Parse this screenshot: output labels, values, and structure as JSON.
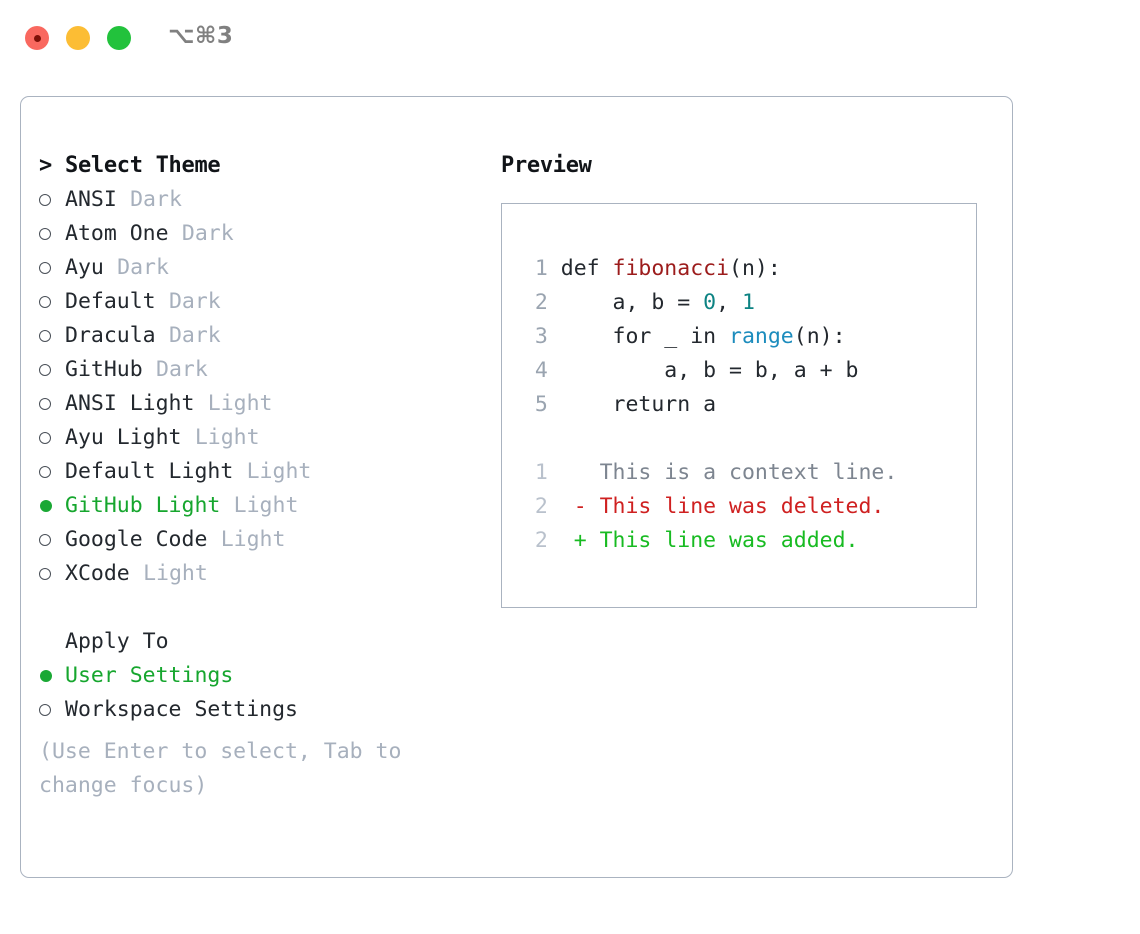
{
  "window": {
    "shortcut_title": "⌥⌘3",
    "traffic_lights": [
      "close-red",
      "minimize-yellow",
      "zoom-green"
    ]
  },
  "theme_picker": {
    "header_caret": ">",
    "header": "Select Theme",
    "marker_unselected": "○",
    "marker_selected": "●",
    "items": [
      {
        "name": "ANSI",
        "kind": "Dark",
        "selected": false
      },
      {
        "name": "Atom One",
        "kind": "Dark",
        "selected": false
      },
      {
        "name": "Ayu",
        "kind": "Dark",
        "selected": false
      },
      {
        "name": "Default",
        "kind": "Dark",
        "selected": false
      },
      {
        "name": "Dracula",
        "kind": "Dark",
        "selected": false
      },
      {
        "name": "GitHub",
        "kind": "Dark",
        "selected": false
      },
      {
        "name": "ANSI Light",
        "kind": "Light",
        "selected": false
      },
      {
        "name": "Ayu Light",
        "kind": "Light",
        "selected": false
      },
      {
        "name": "Default Light",
        "kind": "Light",
        "selected": false
      },
      {
        "name": "GitHub Light",
        "kind": "Light",
        "selected": true
      },
      {
        "name": "Google Code",
        "kind": "Light",
        "selected": false
      },
      {
        "name": "XCode",
        "kind": "Light",
        "selected": false
      }
    ]
  },
  "apply_to": {
    "label": "Apply To",
    "options": [
      {
        "name": "User Settings",
        "selected": true
      },
      {
        "name": "Workspace Settings",
        "selected": false
      }
    ]
  },
  "hint": {
    "line1": "(Use Enter to select, Tab to",
    "line2": "change focus)"
  },
  "preview": {
    "title": "Preview",
    "code": [
      {
        "ln": "1",
        "segments": [
          {
            "t": "def ",
            "c": "plain"
          },
          {
            "t": "fibonacci",
            "c": "fn"
          },
          {
            "t": "(n):",
            "c": "plain"
          }
        ]
      },
      {
        "ln": "2",
        "segments": [
          {
            "t": "    a, b = ",
            "c": "plain"
          },
          {
            "t": "0",
            "c": "num"
          },
          {
            "t": ", ",
            "c": "plain"
          },
          {
            "t": "1",
            "c": "num"
          }
        ]
      },
      {
        "ln": "3",
        "segments": [
          {
            "t": "    for _ in ",
            "c": "plain"
          },
          {
            "t": "range",
            "c": "call"
          },
          {
            "t": "(n):",
            "c": "plain"
          }
        ]
      },
      {
        "ln": "4",
        "segments": [
          {
            "t": "        a, b = b, a + b",
            "c": "plain"
          }
        ]
      },
      {
        "ln": "5",
        "segments": [
          {
            "t": "    return a",
            "c": "plain"
          }
        ]
      }
    ],
    "diff": [
      {
        "ln": "1",
        "sign": " ",
        "text": "This is a context line.",
        "kind": "context"
      },
      {
        "ln": "2",
        "sign": "-",
        "text": "This line was deleted.",
        "kind": "deleted"
      },
      {
        "ln": "2",
        "sign": "+",
        "text": "This line was added.",
        "kind": "added"
      }
    ]
  },
  "colors": {
    "selected_green": "#16a62e",
    "muted_gray": "#a7b0bd",
    "border": "#aab3c0",
    "fn_red": "#9c1c1c",
    "num_teal": "#0d8383",
    "call_blue": "#1c8cbd",
    "diff_deleted": "#cf2020",
    "diff_added": "#18bb22",
    "diff_context": "#7d8590"
  }
}
